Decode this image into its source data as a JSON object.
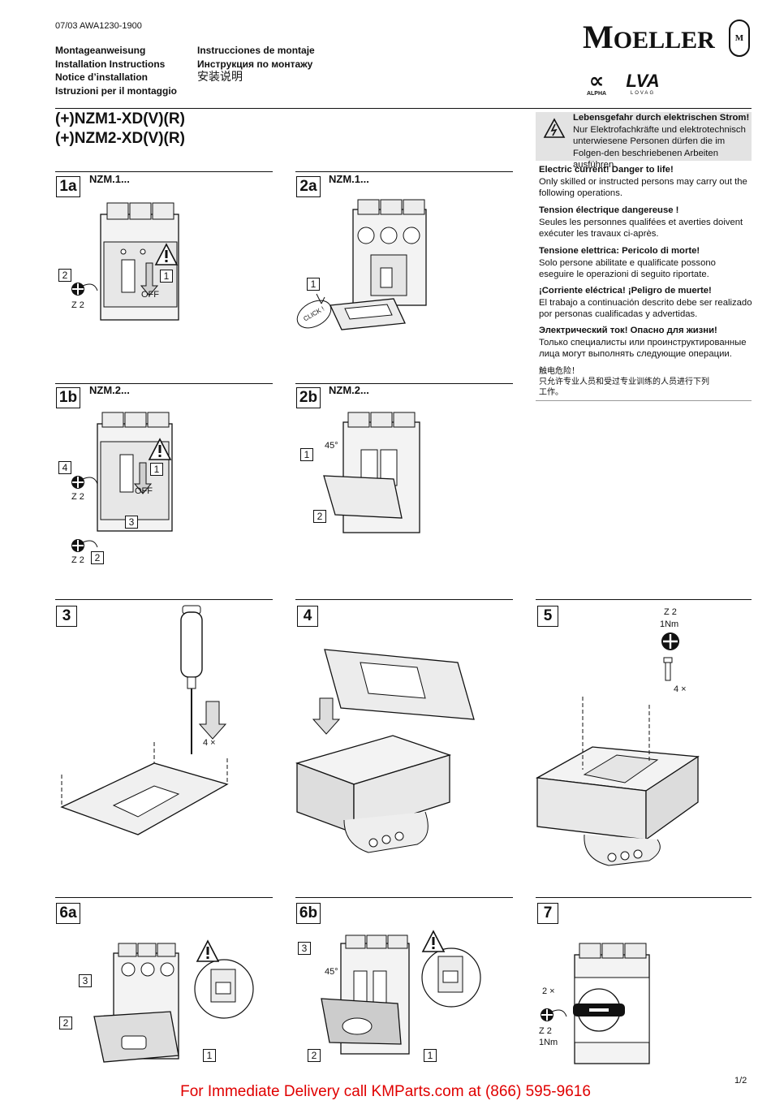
{
  "doc": {
    "code": "07/03 AWA1230-1900",
    "languages_left": [
      "Montageanweisung",
      "Installation Instructions",
      "Notice d’installation",
      "Istruzioni per il montaggio"
    ],
    "languages_right": [
      "Instrucciones de montaje",
      "Инструкция по монтажу",
      "安装说明"
    ],
    "product_line1": "(+)NZM1-XD(V)(R)",
    "product_line2": "(+)NZM2-XD(V)(R)",
    "page": "1/2"
  },
  "brand": {
    "name_big": "M",
    "name_rest": "OELLER",
    "seal_letter": "M",
    "alpha_label": "ALPHA",
    "lovag_label": "LOVAG"
  },
  "warnings": [
    {
      "title": "Lebensgefahr durch elektrischen Strom!",
      "body": "Nur Elektrofachkräfte und elektrotechnisch unterwiesene Personen dürfen die im Folgen-den beschriebenen Arbeiten ausführen."
    },
    {
      "title": "Electric current! Danger to life!",
      "body": "Only skilled or instructed persons may carry out the following operations."
    },
    {
      "title": "Tension électrique dangereuse !",
      "body": "Seules les personnes qualifées et averties doivent exécuter les travaux ci-après."
    },
    {
      "title": "Tensione elettrica: Pericolo di morte!",
      "body": "Solo persone abilitate e qualificate possono eseguire le operazioni di seguito riportate."
    },
    {
      "title": "¡Corriente eléctrica! ¡Peligro de muerte!",
      "body": "El trabajo a continuación descrito debe ser realizado por personas cualificadas y advertidas."
    },
    {
      "title": "Электрический ток! Опасно для жизни!",
      "body": "Только специалисты или проинструктированные лица могут выполнять следующие операции."
    },
    {
      "title": "触电危险！",
      "body": "只允许专业人员和受过专业训练的人员进行下列工作。"
    }
  ],
  "steps": {
    "s1a": {
      "num": "1a",
      "model": "NZM.1...",
      "c1": "1",
      "c2": "2",
      "tool": "Z 2",
      "off": "OFF"
    },
    "s2a": {
      "num": "2a",
      "model": "NZM.1...",
      "c1": "1",
      "click": "CLICK !"
    },
    "s1b": {
      "num": "1b",
      "model": "NZM.2...",
      "c1": "1",
      "c2": "2",
      "c3": "3",
      "c4": "4",
      "tool_a": "Z 2",
      "tool_b": "Z 2",
      "off": "OFF"
    },
    "s2b": {
      "num": "2b",
      "model": "NZM.2...",
      "c1": "1",
      "c2": "2",
      "angle": "45°"
    },
    "s3": {
      "num": "3",
      "times": "4 ×"
    },
    "s4": {
      "num": "4"
    },
    "s5": {
      "num": "5",
      "tool": "Z 2",
      "torque": "1Nm",
      "times": "4 ×"
    },
    "s6a": {
      "num": "6a",
      "c1": "1",
      "c2": "2",
      "c3": "3"
    },
    "s6b": {
      "num": "6b",
      "c1": "1",
      "c2": "2",
      "c3": "3",
      "angle": "45°"
    },
    "s7": {
      "num": "7",
      "times": "2 ×",
      "tool": "Z 2",
      "torque": "1Nm"
    }
  },
  "footer": "For Immediate Delivery call KMParts.com at (866) 595-9616"
}
